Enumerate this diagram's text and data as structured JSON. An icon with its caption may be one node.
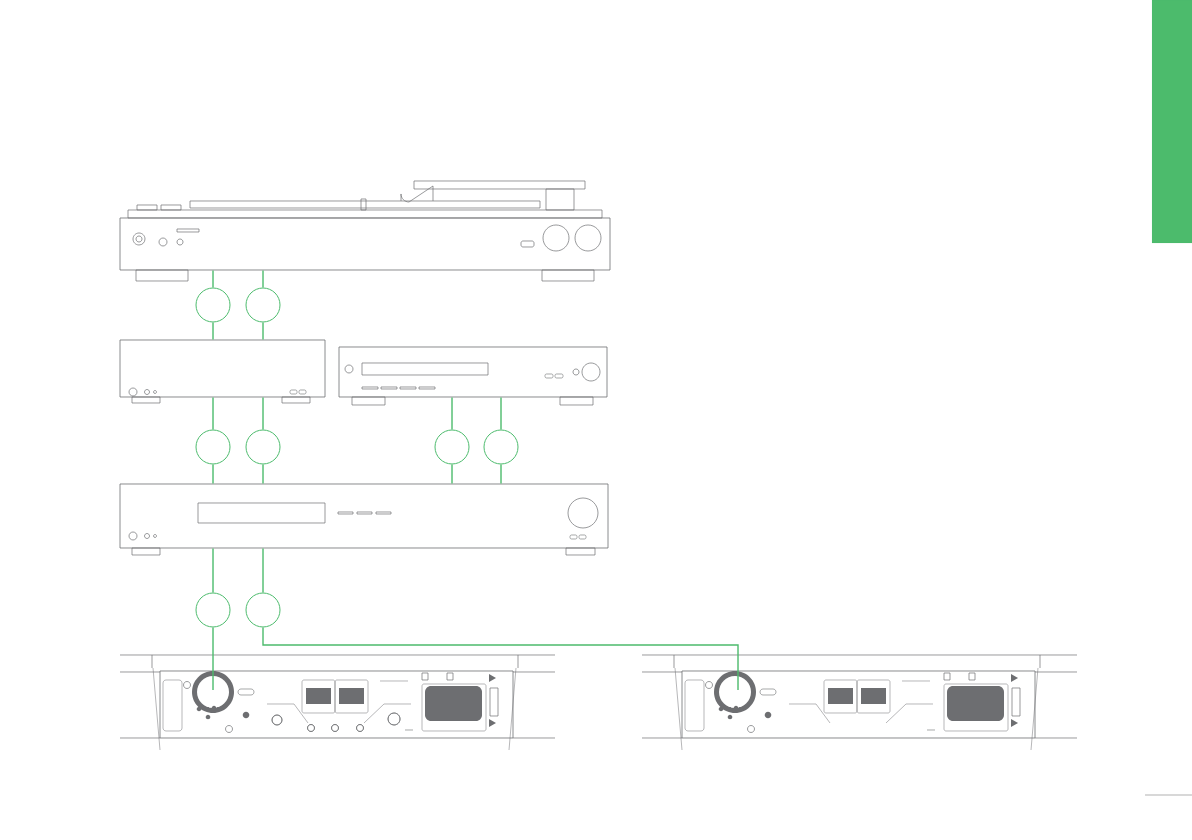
{
  "diagram": {
    "nodes": [
      {
        "text": [],
        "shape": "picture"
      },
      {
        "text": [],
        "shape": "circle"
      },
      {
        "text": [],
        "shape": "circle"
      },
      {
        "text": [],
        "shape": "picture"
      },
      {
        "text": [],
        "shape": "picture"
      },
      {
        "text": [],
        "shape": "circle"
      },
      {
        "text": [],
        "shape": "circle"
      },
      {
        "text": [],
        "shape": "circle"
      },
      {
        "text": [],
        "shape": "circle"
      },
      {
        "text": [],
        "shape": "picture"
      },
      {
        "text": [],
        "shape": "circle"
      },
      {
        "text": [],
        "shape": "circle"
      },
      {
        "text": [],
        "shape": "picture"
      },
      {
        "text": [],
        "shape": "picture"
      },
      {
        "text": [],
        "shape": "bar"
      }
    ],
    "edges": [
      {
        "from": 0,
        "to": 1,
        "arrow": "none"
      },
      {
        "from": 1,
        "to": 3,
        "arrow": "none"
      },
      {
        "from": 0,
        "to": 2,
        "arrow": "none"
      },
      {
        "from": 2,
        "to": 3,
        "arrow": "none"
      },
      {
        "from": 3,
        "to": 5,
        "arrow": "none"
      },
      {
        "from": 5,
        "to": 9,
        "arrow": "none"
      },
      {
        "from": 3,
        "to": 6,
        "arrow": "none"
      },
      {
        "from": 6,
        "to": 9,
        "arrow": "none"
      },
      {
        "from": 4,
        "to": 7,
        "arrow": "none"
      },
      {
        "from": 7,
        "to": 9,
        "arrow": "none"
      },
      {
        "from": 4,
        "to": 8,
        "arrow": "none"
      },
      {
        "from": 8,
        "to": 9,
        "arrow": "none"
      },
      {
        "from": 9,
        "to": 10,
        "arrow": "none"
      },
      {
        "from": 10,
        "to": 12,
        "arrow": "none"
      },
      {
        "from": 9,
        "to": 11,
        "arrow": "none"
      },
      {
        "from": 11,
        "to": 13,
        "arrow": "none"
      }
    ]
  }
}
